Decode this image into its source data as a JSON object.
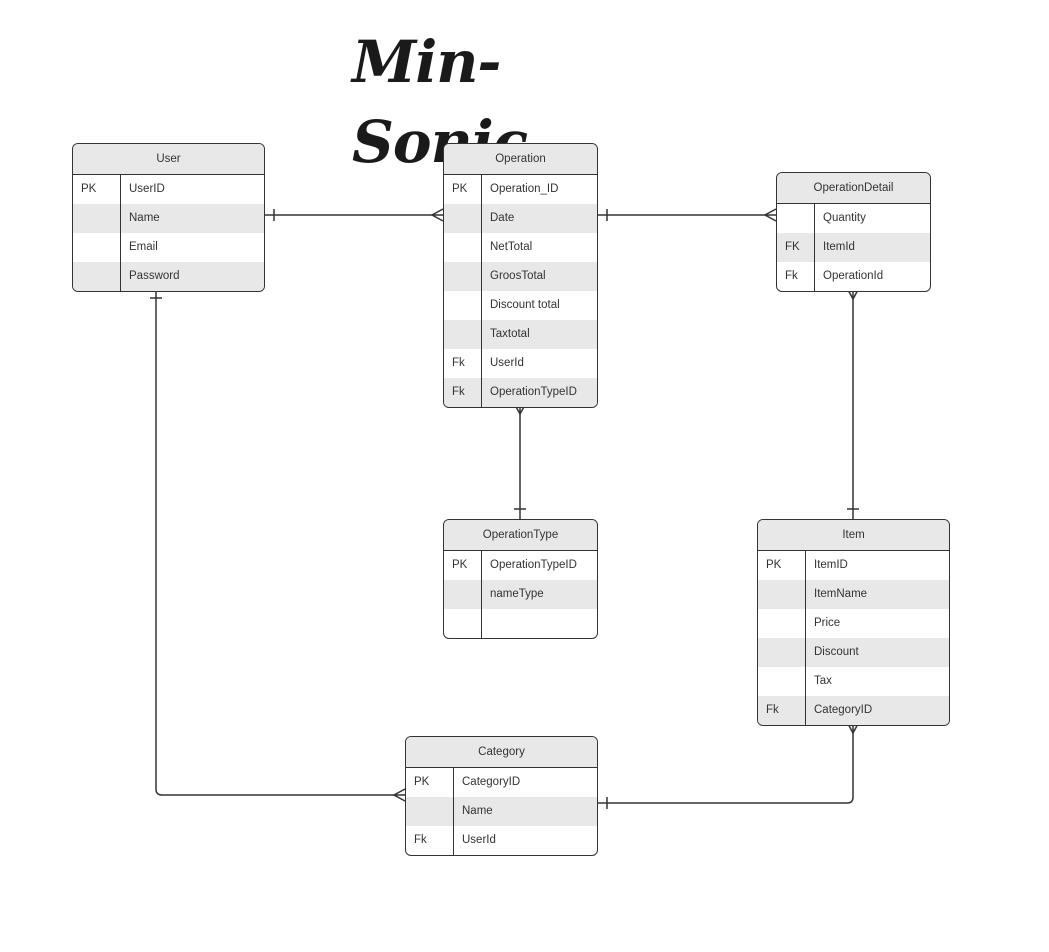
{
  "title": "Min-Sonic",
  "entities": {
    "user": {
      "name": "User",
      "rows": [
        {
          "key": "PK",
          "field": "UserID"
        },
        {
          "key": "",
          "field": "Name"
        },
        {
          "key": "",
          "field": "Email"
        },
        {
          "key": "",
          "field": "Password"
        }
      ]
    },
    "operation": {
      "name": "Operation",
      "rows": [
        {
          "key": "PK",
          "field": "Operation_ID"
        },
        {
          "key": "",
          "field": "Date"
        },
        {
          "key": "",
          "field": "NetTotal"
        },
        {
          "key": "",
          "field": "GroosTotal"
        },
        {
          "key": "",
          "field": "Discount total"
        },
        {
          "key": "",
          "field": "Taxtotal"
        },
        {
          "key": "Fk",
          "field": "UserId"
        },
        {
          "key": "Fk",
          "field": "OperationTypeID"
        }
      ]
    },
    "operation_detail": {
      "name": "OperationDetail",
      "rows": [
        {
          "key": "",
          "field": "Quantity"
        },
        {
          "key": "FK",
          "field": "ItemId"
        },
        {
          "key": "Fk",
          "field": "OperationId"
        }
      ]
    },
    "operation_type": {
      "name": "OperationType",
      "rows": [
        {
          "key": "PK",
          "field": "OperationTypeID"
        },
        {
          "key": "",
          "field": "nameType"
        },
        {
          "key": "",
          "field": ""
        }
      ]
    },
    "item": {
      "name": "Item",
      "rows": [
        {
          "key": "PK",
          "field": "ItemID"
        },
        {
          "key": "",
          "field": "ItemName"
        },
        {
          "key": "",
          "field": "Price"
        },
        {
          "key": "",
          "field": "Discount"
        },
        {
          "key": "",
          "field": "Tax"
        },
        {
          "key": "Fk",
          "field": "CategoryID"
        }
      ]
    },
    "category": {
      "name": "Category",
      "rows": [
        {
          "key": "PK",
          "field": "CategoryID"
        },
        {
          "key": "",
          "field": "Name"
        },
        {
          "key": "Fk",
          "field": "UserId"
        }
      ]
    }
  },
  "relationships": [
    {
      "from": "User",
      "to": "Operation",
      "from_end": "one",
      "to_end": "many"
    },
    {
      "from": "Operation",
      "to": "OperationDetail",
      "from_end": "one",
      "to_end": "many"
    },
    {
      "from": "Operation",
      "to": "OperationType",
      "from_end": "many",
      "to_end": "one"
    },
    {
      "from": "OperationDetail",
      "to": "Item",
      "from_end": "many",
      "to_end": "one"
    },
    {
      "from": "Item",
      "to": "Category",
      "from_end": "many",
      "to_end": "one"
    },
    {
      "from": "User",
      "to": "Category",
      "from_end": "one",
      "to_end": "many"
    }
  ]
}
